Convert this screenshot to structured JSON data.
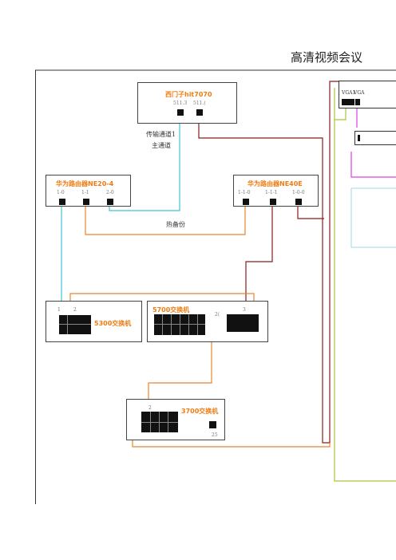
{
  "title": "高清视频会议",
  "devices": {
    "siemens": {
      "name": "西门子hit7070",
      "ports": [
        "511.3",
        "511.("
      ]
    },
    "router_left": {
      "name": "华为路由器NE20-4",
      "ports": [
        "1-0",
        "1-1",
        "2-0"
      ]
    },
    "router_right": {
      "name": "华为路由器NE40E",
      "ports": [
        "1-1-0",
        "1-1-1",
        "1-0-0"
      ]
    },
    "sw5300": {
      "name": "5300交换机",
      "ports": [
        "1",
        "2"
      ]
    },
    "sw5700": {
      "name": "5700交换机",
      "ports": [
        "2(",
        "3"
      ]
    },
    "sw3700": {
      "name": "3700交换机",
      "ports": [
        "2",
        "25"
      ]
    },
    "right_panel": {
      "labels": [
        "VGA1",
        "VGA"
      ]
    }
  },
  "notes": {
    "transmission": "传输通道1",
    "main": "主通道",
    "hot_backup": "热备份"
  },
  "colors": {
    "cyan": "#3fc3d8",
    "orange": "#e9852a",
    "darkred": "#8b1a1a",
    "green": "#a8c63a",
    "magenta": "#e040e0",
    "lightblue": "#9fd8ea"
  }
}
